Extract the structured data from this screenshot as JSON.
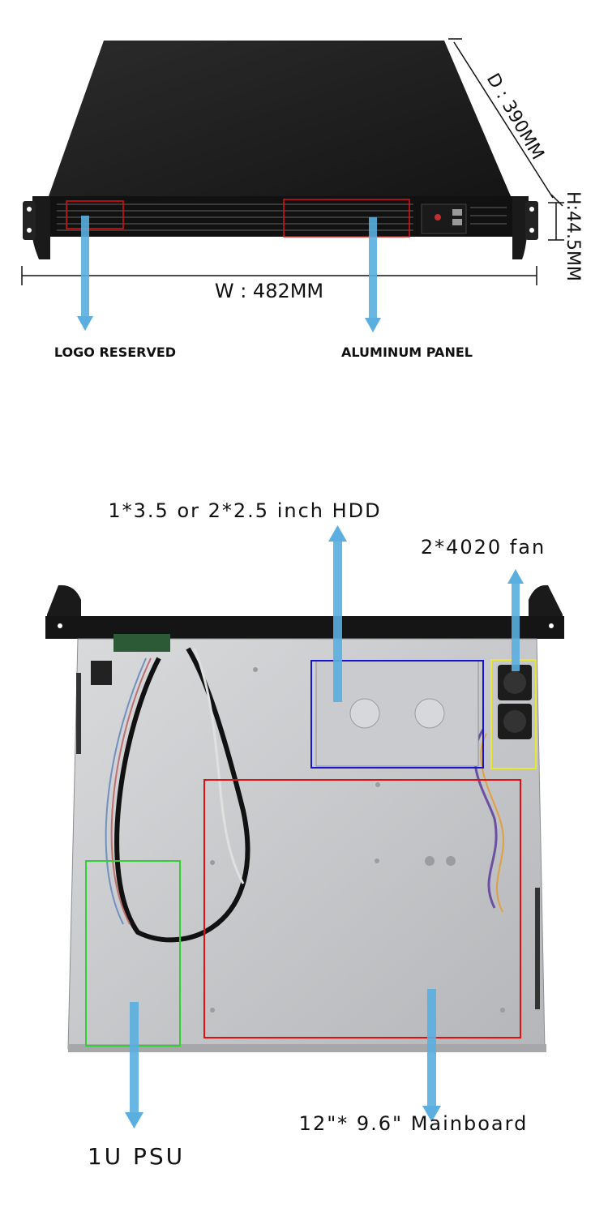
{
  "top_view": {
    "depth_label": "D : 390MM",
    "height_label": "H:44.5MM",
    "width_label": "W : 482MM",
    "callouts": {
      "logo": "LOGO RESERVED",
      "panel": "ALUMINUM PANEL"
    }
  },
  "interior_view": {
    "callouts": {
      "hdd": "1*3.5 or 2*2.5 inch HDD",
      "fan": "2*4020 fan",
      "psu": "1U PSU",
      "mainboard": "12\"* 9.6\" Mainboard"
    }
  },
  "colors": {
    "chassis_dark": "#1c1c1c",
    "tray_silver": "#c4c6c9",
    "arrow_blue": "#5aaee0",
    "box_red": "#e01010",
    "box_blue": "#1515d0",
    "box_yellow": "#e8e830",
    "box_green": "#30d030"
  }
}
